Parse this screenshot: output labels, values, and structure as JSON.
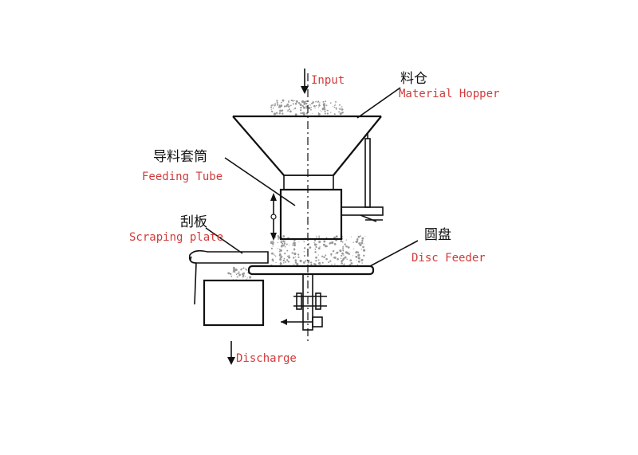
{
  "labels": {
    "input": "Input",
    "hopper_cn": "料仓",
    "hopper_en": "Material Hopper",
    "tube_cn": "导料套筒",
    "tube_en": "Feeding Tube",
    "scraper_cn": "刮板",
    "scraper_en": "Scraping plate",
    "disc_cn": "圆盘",
    "disc_en": "Disc Feeder",
    "discharge": "Discharge"
  },
  "colors": {
    "label_red": "#d23a3a",
    "line": "#111111"
  }
}
